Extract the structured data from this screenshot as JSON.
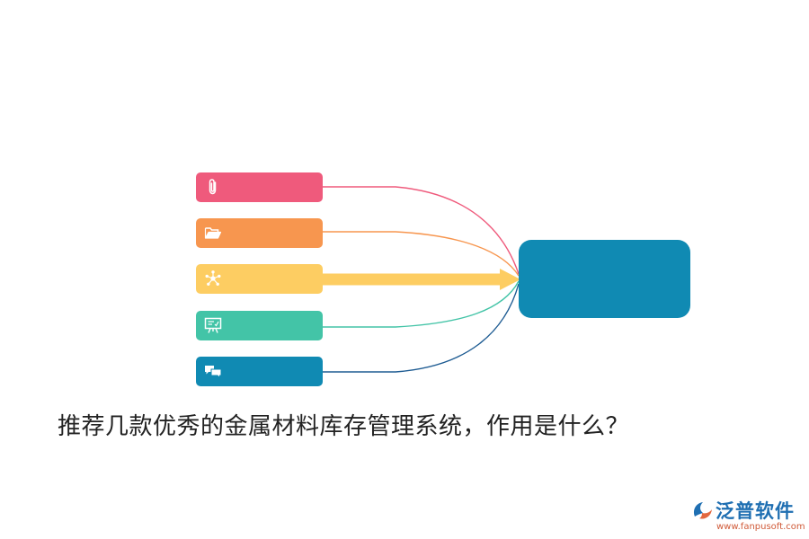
{
  "colors": {
    "bar_1": "#ef5a7c",
    "bar_2": "#f7964f",
    "bar_3": "#fdcd62",
    "bar_4": "#43c4a7",
    "bar_5": "#108ab3",
    "hub": "#108ab3"
  },
  "bars": [
    {
      "icon": "paperclip-icon"
    },
    {
      "icon": "folder-icon"
    },
    {
      "icon": "network-icon"
    },
    {
      "icon": "presentation-board-icon"
    },
    {
      "icon": "chat-bubbles-icon"
    }
  ],
  "caption": "推荐几款优秀的金属材料库存管理系统，作用是什么？",
  "logo": {
    "name": "泛普软件",
    "url": "www.fanpusoft.com"
  }
}
